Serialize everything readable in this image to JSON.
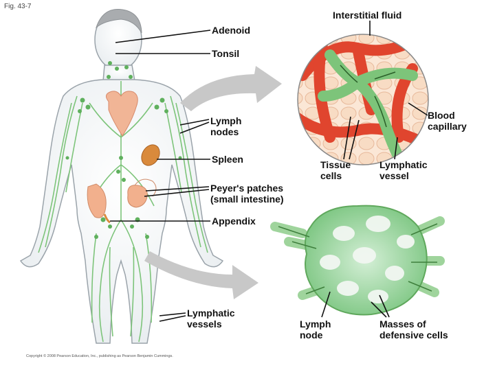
{
  "figure_id": "Fig. 43-7",
  "copyright": "Copyright © 2008 Pearson Education, Inc., publishing as Pearson Benjamin Cummings.",
  "labels": {
    "adenoid": "Adenoid",
    "tonsil": "Tonsil",
    "lymph_nodes": [
      "Lymph",
      "nodes"
    ],
    "spleen": "Spleen",
    "peyers": [
      "Peyer's patches",
      "(small intestine)"
    ],
    "appendix": "Appendix",
    "lymphatic_vessels_body": [
      "Lymphatic",
      "vessels"
    ],
    "interstitial_fluid": "Interstitial fluid",
    "blood_capillary": [
      "Blood",
      "capillary"
    ],
    "tissue_cells": [
      "Tissue",
      "cells"
    ],
    "lymphatic_vessel": [
      "Lymphatic",
      "vessel"
    ],
    "lymph_node": [
      "Lymph",
      "node"
    ],
    "masses": [
      "Masses of",
      "defensive cells"
    ]
  },
  "colors": {
    "lymph_green": "#7dc47a",
    "vessel_dark": "#4f9a4d",
    "blood_red": "#e0452e",
    "organ_orange": "#d98a3c",
    "body_outline": "#9aa3aa",
    "arrow_gray": "#c8c8c8"
  }
}
